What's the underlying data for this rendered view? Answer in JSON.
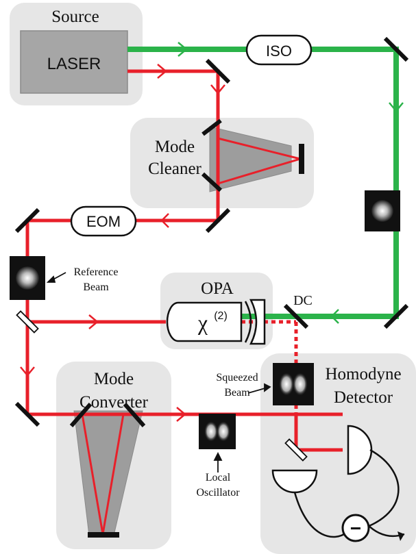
{
  "sections": {
    "source": "Source",
    "mode_cleaner": [
      "Mode",
      "Cleaner"
    ],
    "opa": "OPA",
    "mode_converter": [
      "Mode",
      "Converter"
    ],
    "homodyne_detector": [
      "Homodyne",
      "Detector"
    ]
  },
  "components": {
    "laser": "LASER",
    "isolator": "ISO",
    "eom": "EOM",
    "dichroic": "DC",
    "chi_symbol": "χ",
    "chi_order": "(2)",
    "minus_sign": "−"
  },
  "annotations": {
    "reference_beam": [
      "Reference",
      "Beam"
    ],
    "squeezed_beam": [
      "Squeezed",
      "Beam"
    ],
    "local_oscillator": [
      "Local",
      "Oscillator"
    ]
  },
  "colors": {
    "green_beam": "#2bb34a",
    "red_beam": "#e8202a",
    "panel_fill": "#e6e6e6",
    "laser_fill": "#a6a6a6"
  }
}
